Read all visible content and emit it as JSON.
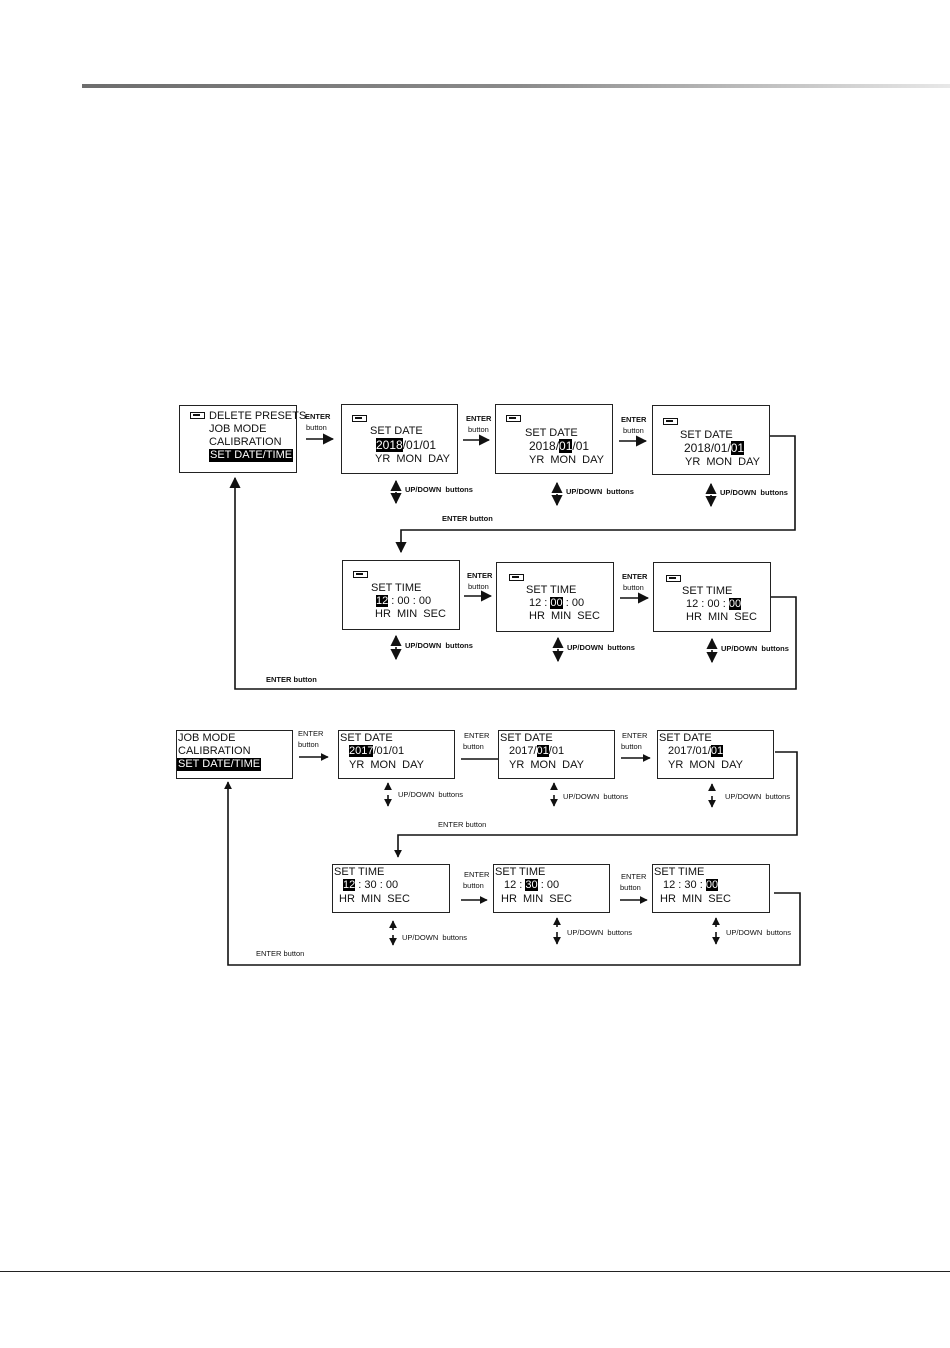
{
  "diagram1": {
    "menu": [
      "DELETE PRESETS",
      "JOB MODE",
      "CALIBRATION",
      "SET DATE/TIME"
    ],
    "set_date": "SET DATE",
    "date_year": "2018",
    "date_mon": "01",
    "date_day": "01",
    "date_sep": "/",
    "date_units": "YR  MON  DAY",
    "set_time": "SET TIME",
    "time_hr": "12",
    "time_min": "00",
    "time_sec": "00",
    "time_sep": " : ",
    "time_units": "HR  MIN  SEC"
  },
  "diagram2": {
    "menu": [
      "JOB MODE",
      "CALIBRATION",
      "SET DATE/TIME"
    ],
    "set_date": "SET DATE",
    "date_year": "2017",
    "date_mon": "01",
    "date_day": "01",
    "date_sep": "/",
    "date_units": "YR  MON  DAY",
    "set_time": "SET TIME",
    "time_hr": "12",
    "time_min": "30",
    "time_sec": "00",
    "time_sep": " : ",
    "time_units": "HR  MIN  SEC"
  },
  "labels": {
    "enter": "ENTER",
    "button": "button",
    "updown": "UP/DOWN  buttons",
    "enter_button": "ENTER button"
  }
}
